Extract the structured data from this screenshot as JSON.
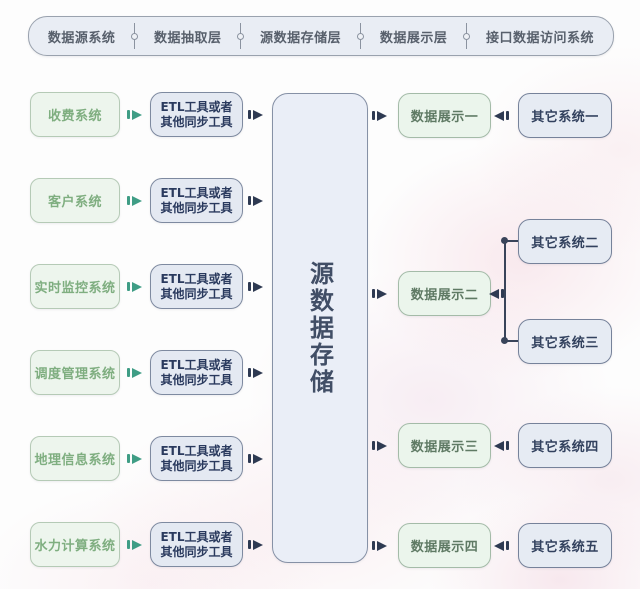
{
  "header": {
    "layers": [
      "数据源系统",
      "数据抽取层",
      "源数据存储层",
      "数据展示层",
      "接口数据访问系统"
    ]
  },
  "diagram": {
    "source_systems": [
      "收费系统",
      "客户系统",
      "实时监控系统",
      "调度管理系统",
      "地理信息系统",
      "水力计算系统"
    ],
    "etl": {
      "line1": "ETL工具或者",
      "line2": "其他同步工具"
    },
    "storage": {
      "label": "源数据存储"
    },
    "display_systems": [
      "数据展示一",
      "数据展示二",
      "数据展示三",
      "数据展示四"
    ],
    "other_systems": [
      "其它系统一",
      "其它系统二",
      "其它系统三",
      "其它系统四",
      "其它系统五"
    ]
  },
  "colors": {
    "source_arrow": "#3f9d85",
    "flow_arrow": "#2e3a52",
    "source_box_bg": "#edf5ed",
    "etl_box_bg": "#e4e9f2",
    "storage_box_bg": "#eaeef7",
    "display_box_bg": "#ebf5ec",
    "other_box_bg": "#e6ebf3"
  }
}
